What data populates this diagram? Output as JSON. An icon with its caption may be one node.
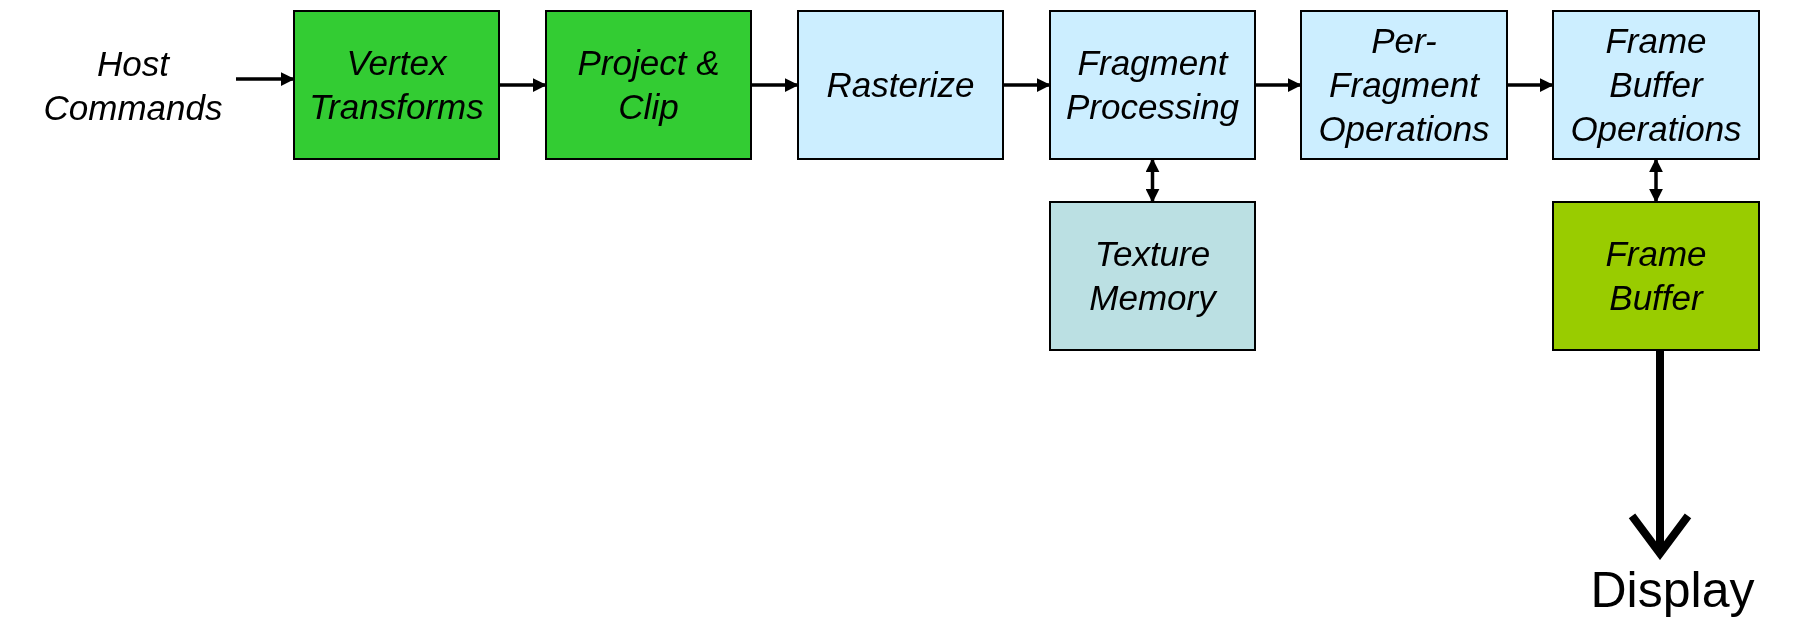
{
  "diagram": {
    "nodes": [
      {
        "text": [
          "Host Commands"
        ]
      },
      {
        "text": [
          "Vertex Transforms"
        ]
      },
      {
        "text": [
          "Project & Clip"
        ]
      },
      {
        "text": [
          "Rasterize"
        ]
      },
      {
        "text": [
          "Fragment Processing"
        ]
      },
      {
        "text": [
          "Per-Fragment Operations"
        ]
      },
      {
        "text": [
          "Frame Buffer Operations"
        ]
      },
      {
        "text": [
          "Texture Memory"
        ]
      },
      {
        "text": [
          "Frame Buffer"
        ]
      },
      {
        "text": [
          "Display"
        ]
      }
    ],
    "edges": [
      {
        "from": 0,
        "to": 1,
        "arrow": "to"
      },
      {
        "from": 1,
        "to": 2,
        "arrow": "to"
      },
      {
        "from": 2,
        "to": 3,
        "arrow": "to"
      },
      {
        "from": 3,
        "to": 4,
        "arrow": "to"
      },
      {
        "from": 4,
        "to": 5,
        "arrow": "to"
      },
      {
        "from": 5,
        "to": 6,
        "arrow": "to"
      },
      {
        "from": 4,
        "to": 7,
        "arrow": "both"
      },
      {
        "from": 6,
        "to": 8,
        "arrow": "both"
      },
      {
        "from": 8,
        "to": 9,
        "arrow": "to",
        "style": "thick"
      }
    ]
  }
}
